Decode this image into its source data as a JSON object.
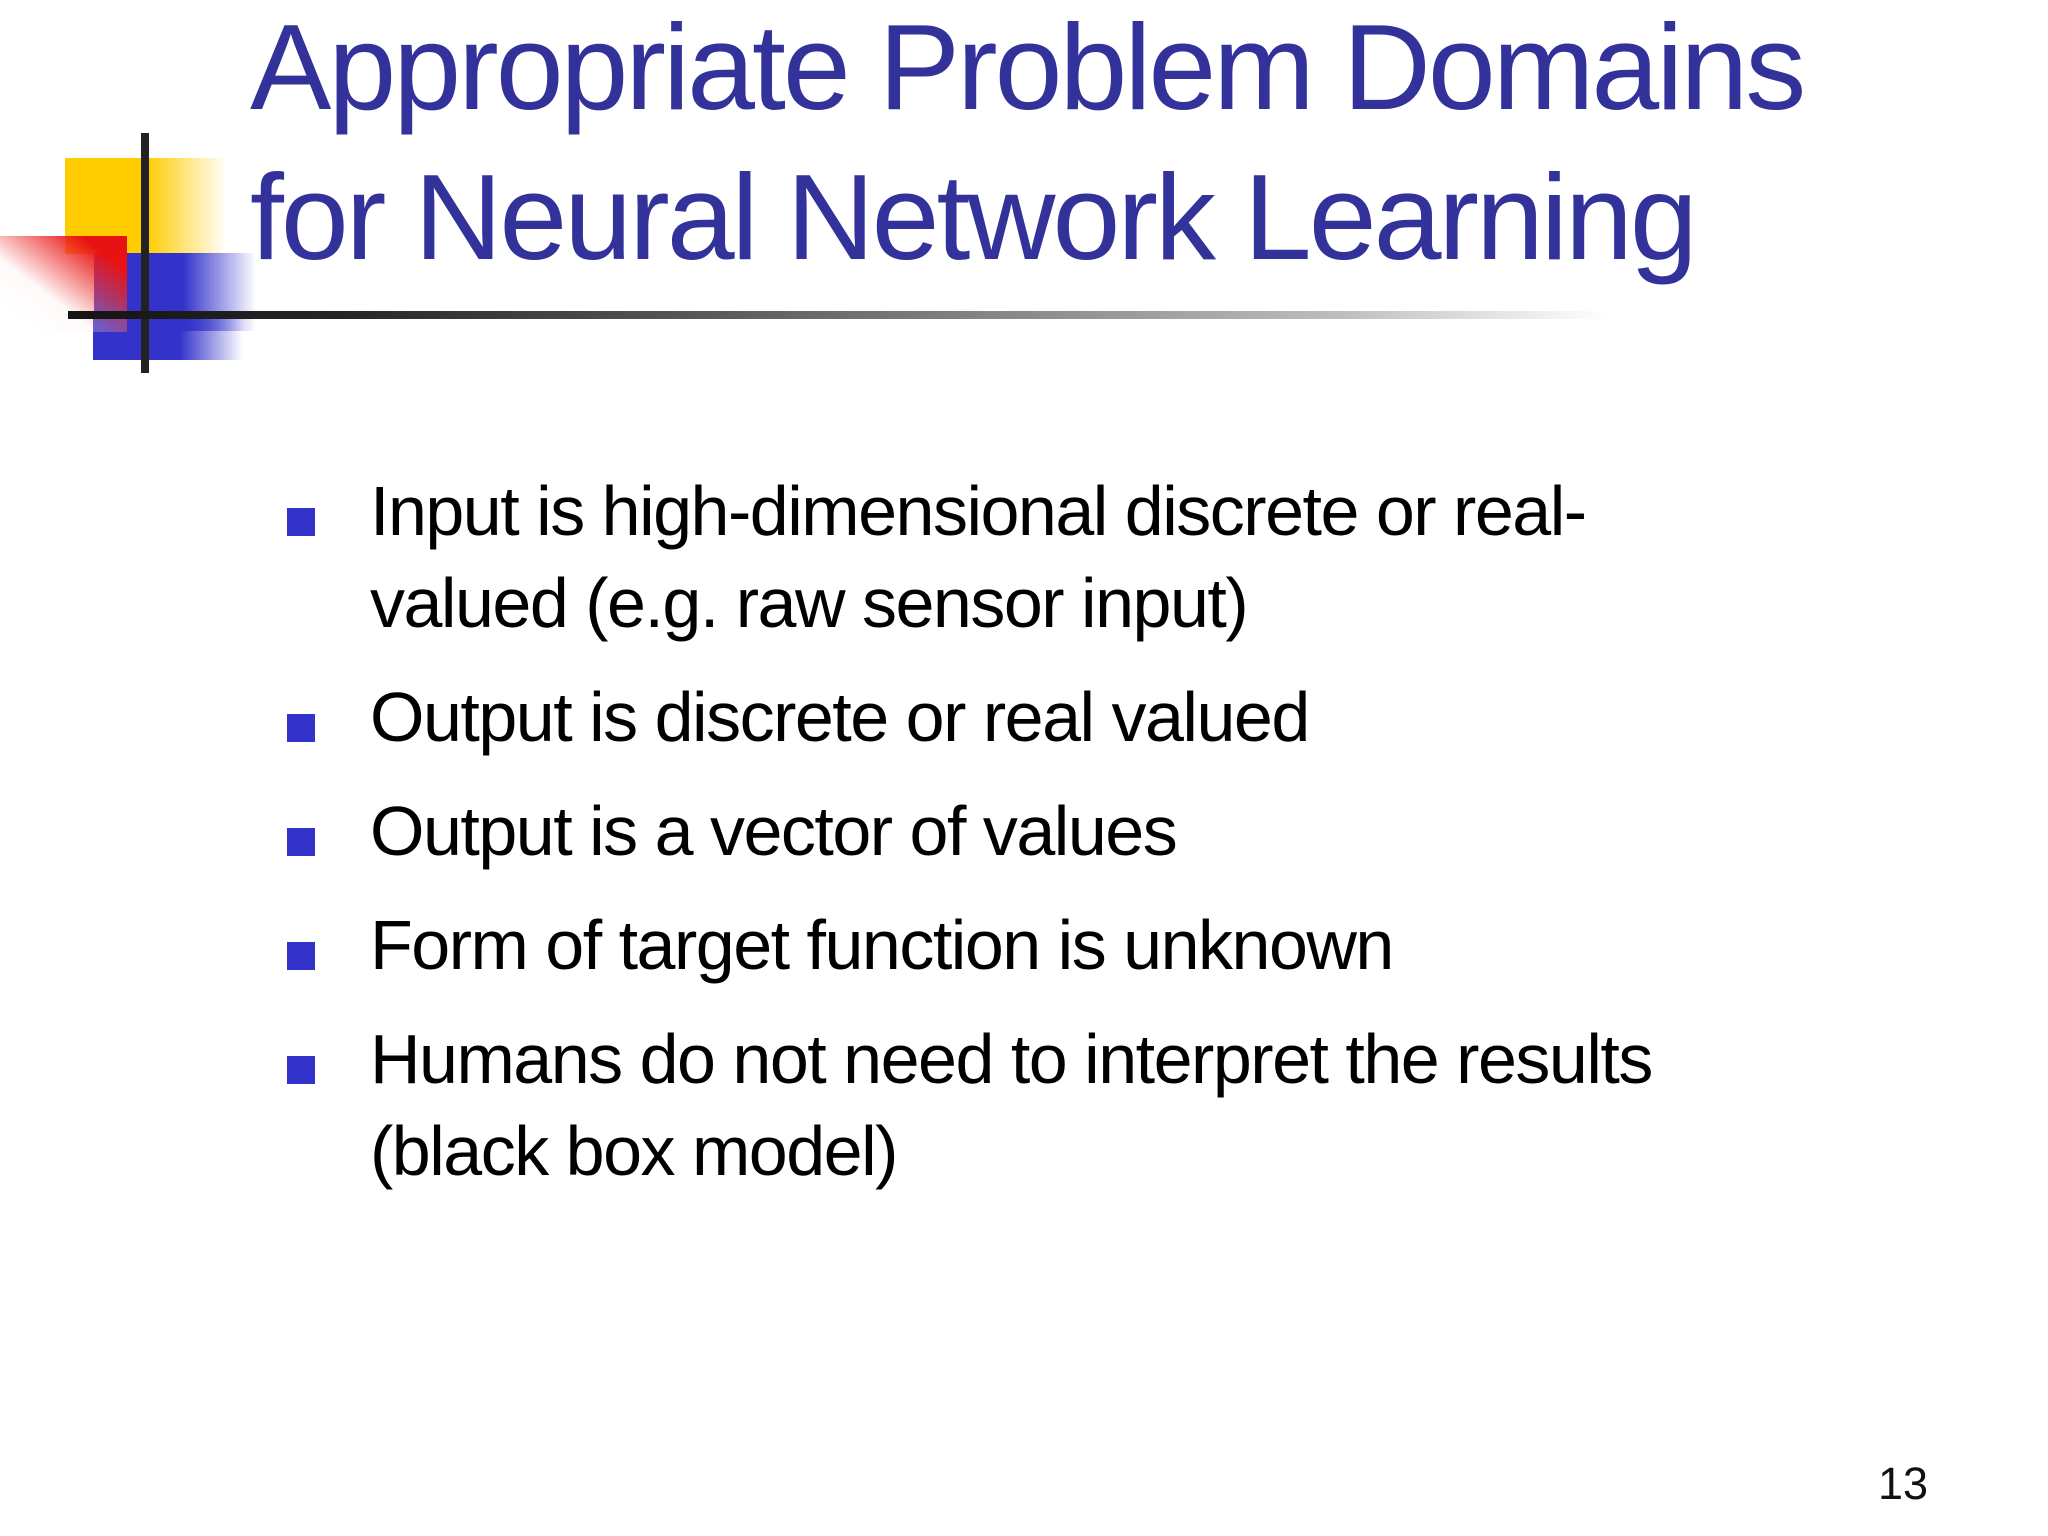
{
  "slide": {
    "title": "Appropriate Problem Domains\nfor Neural Network Learning",
    "bullets": [
      {
        "text": "Input is high-dimensional discrete or real-\nvalued (e.g. raw sensor input)"
      },
      {
        "text": "Output is discrete or real valued"
      },
      {
        "text": "Output is a vector of values"
      },
      {
        "text": "Form of target function is unknown"
      },
      {
        "text": "Humans do not need to interpret the results\n(black box model)"
      }
    ],
    "page_number": "13",
    "colors": {
      "title_text": "#32329a",
      "body_text": "#000000",
      "bullet_square": "#3333cc",
      "deco_yellow": "#ffcc00",
      "deco_blue": "#3333cc",
      "deco_red": "#e91212",
      "deco_line": "#222222"
    }
  }
}
